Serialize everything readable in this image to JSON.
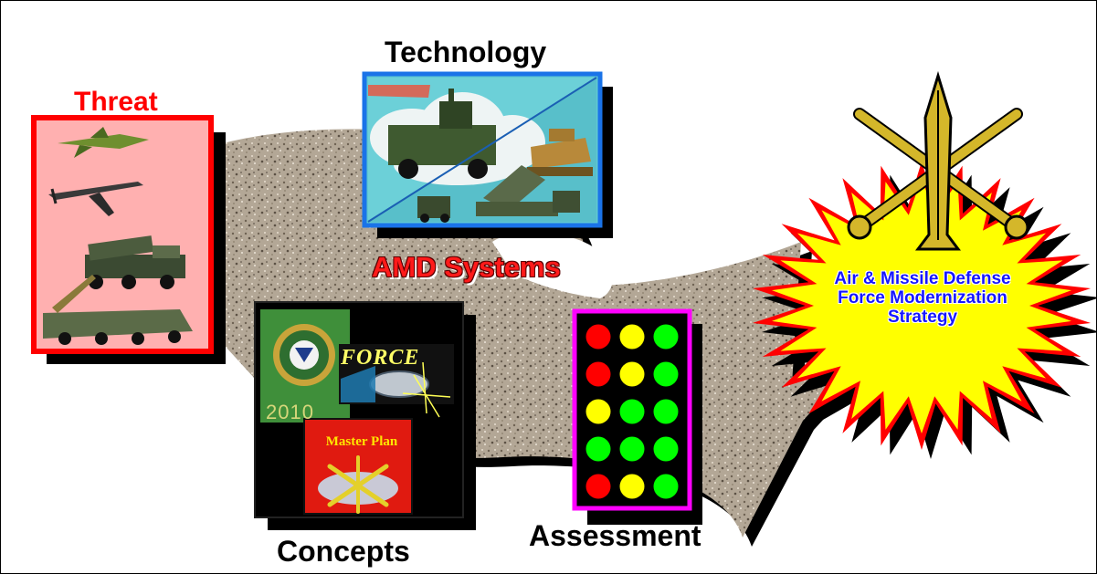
{
  "labels": {
    "threat": "Threat",
    "technology": "Technology",
    "amd_systems": "AMD Systems",
    "concepts": "Concepts",
    "assessment": "Assessment",
    "strategy": "Air & Missile Defense Force Modernization Strategy"
  },
  "concepts_art": {
    "force": "FORCE",
    "vision_year": "2010",
    "master_plan": "Master Plan"
  },
  "assessment_matrix": [
    [
      "red",
      "yellow",
      "green"
    ],
    [
      "red",
      "yellow",
      "green"
    ],
    [
      "yellow",
      "green",
      "green"
    ],
    [
      "green",
      "green",
      "green"
    ],
    [
      "red",
      "yellow",
      "green"
    ]
  ],
  "colors": {
    "threat_border": "#ff0000",
    "threat_fill": "#ffb0b0",
    "technology_border": "#1a73e8",
    "assessment_border": "#ff00ff",
    "amd_text": "#ff1a1a",
    "strategy_text": "#1616ff",
    "burst_fill": "#ffff00",
    "burst_outline": "#ff0000",
    "dot_red": "#ff0000",
    "dot_yellow": "#ffff00",
    "dot_green": "#00ff00"
  },
  "icons": [
    "cruise-missile-icon",
    "drone-icon",
    "rocket-launcher-truck-icon",
    "missile-carrier-icon",
    "air-defense-vehicle-icon",
    "tank-icon",
    "patriot-launcher-icon",
    "army-seal-icon",
    "air-defense-branch-insignia-icon"
  ]
}
